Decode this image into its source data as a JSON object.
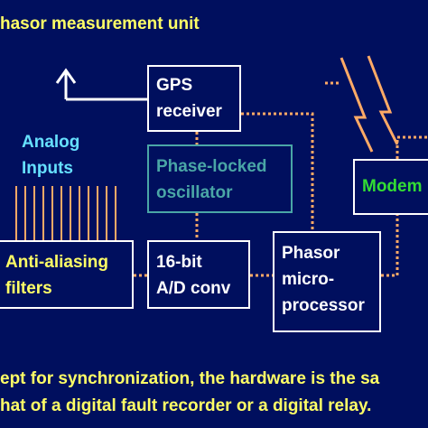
{
  "title": "hasor measurement unit",
  "analog_inputs": [
    "Analog",
    "Inputs"
  ],
  "blocks": {
    "gps": [
      "GPS",
      "receiver"
    ],
    "pll": [
      "Phase-locked",
      "oscillator"
    ],
    "anti_aliasing": [
      "Anti-aliasing",
      "filters"
    ],
    "ad_converter": [
      "16-bit",
      "A/D conv"
    ],
    "processor": [
      "Phasor",
      "micro-",
      "processor"
    ],
    "modem": [
      "Modem"
    ]
  },
  "footer": [
    "ept for synchronization, the hardware is the sa",
    "hat of a digital fault recorder or a digital relay."
  ],
  "colors": {
    "background": "#000f5e",
    "title_text": "#ffff66",
    "analog_text": "#66e0ff",
    "wire": "#ffaa66",
    "pll_border": "#4aa6a6",
    "modem_text": "#33dd33",
    "box_border": "#ffffff"
  },
  "icons": {
    "antenna": "antenna-arrow-icon",
    "communication": "lightning-bolt-icon"
  }
}
